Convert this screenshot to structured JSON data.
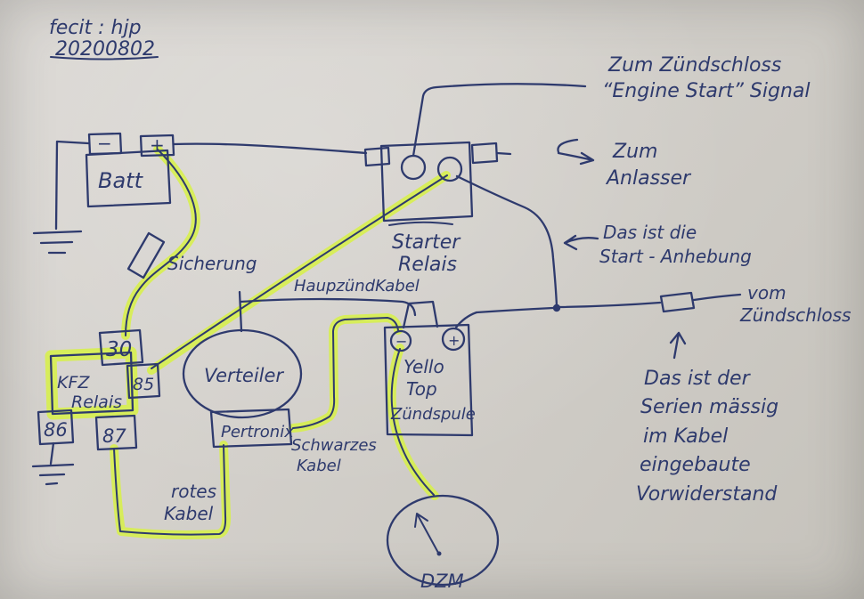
{
  "colors": {
    "ink": "#2e3a6d",
    "highlight": "#d7f147",
    "paper": "#d2cfc9"
  },
  "header": {
    "fecit": "fecit : hjp",
    "date": "20200802"
  },
  "annotations": {
    "to_ignition_switch": [
      "Zum Zündschloss",
      "“Engine Start” Signal"
    ],
    "to_starter": [
      "Zum",
      "Anlasser"
    ],
    "start_boost": [
      "Das ist die",
      "Start - Anhebung"
    ],
    "from_ignition_switch": [
      "vom",
      "Zündschloss"
    ],
    "series_resistor": [
      "Das ist der",
      "Serien mässig",
      "im Kabel",
      "eingebaute",
      "Vorwiderstand"
    ]
  },
  "components": {
    "battery": {
      "label": "Batt",
      "minus": "−",
      "plus": "+"
    },
    "fuse": {
      "label": "Sicherung"
    },
    "starter_relay": {
      "line1": "Starter",
      "line2": "Relais"
    },
    "kfz_relay": {
      "line1": "KFZ",
      "line2": "Relais",
      "pin30": "30",
      "pin85": "85",
      "pin86": "86",
      "pin87": "87"
    },
    "distributor": {
      "label": "Verteiler"
    },
    "pertronix": {
      "label": "Pertronix"
    },
    "ignition_coil": {
      "line1": "Yello",
      "line2": "Top",
      "line3": "Zündspule",
      "minus": "−",
      "plus": "+"
    },
    "tachometer": {
      "label": "DZM"
    }
  },
  "cables": {
    "main_ignition": "HaupzündKabel",
    "black": [
      "Schwarzes",
      "Kabel"
    ],
    "red": [
      "rotes",
      "Kabel"
    ]
  }
}
